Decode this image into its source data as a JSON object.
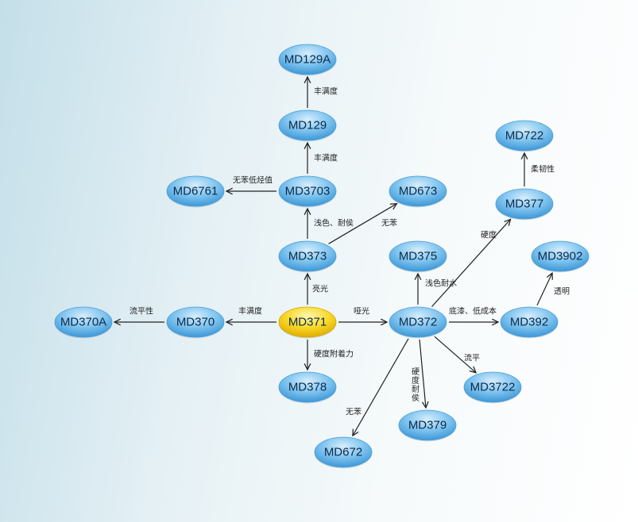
{
  "colors": {
    "node": "#5fb0e4",
    "node_light": "#cfe9fa",
    "root": "#f2cc12",
    "root_light": "#fff6a8",
    "edge": "#222222"
  },
  "nodes": [
    {
      "id": "MD129A",
      "label": "MD129A"
    },
    {
      "id": "MD129",
      "label": "MD129"
    },
    {
      "id": "MD3703",
      "label": "MD3703"
    },
    {
      "id": "MD6761",
      "label": "MD6761"
    },
    {
      "id": "MD673",
      "label": "MD673"
    },
    {
      "id": "MD373",
      "label": "MD373"
    },
    {
      "id": "MD375",
      "label": "MD375"
    },
    {
      "id": "MD371",
      "label": "MD371",
      "root": true
    },
    {
      "id": "MD370",
      "label": "MD370"
    },
    {
      "id": "MD370A",
      "label": "MD370A"
    },
    {
      "id": "MD372",
      "label": "MD372"
    },
    {
      "id": "MD378",
      "label": "MD378"
    },
    {
      "id": "MD392",
      "label": "MD392"
    },
    {
      "id": "MD3902",
      "label": "MD3902"
    },
    {
      "id": "MD377",
      "label": "MD377"
    },
    {
      "id": "MD722",
      "label": "MD722"
    },
    {
      "id": "MD3722",
      "label": "MD3722"
    },
    {
      "id": "MD379",
      "label": "MD379"
    },
    {
      "id": "MD672",
      "label": "MD672"
    }
  ],
  "edges": [
    {
      "from": "MD129",
      "to": "MD129A",
      "label": "丰满度"
    },
    {
      "from": "MD3703",
      "to": "MD129",
      "label": "丰满度"
    },
    {
      "from": "MD3703",
      "to": "MD6761",
      "label": "无苯低烃值"
    },
    {
      "from": "MD373",
      "to": "MD3703",
      "label": "浅色、耐侯"
    },
    {
      "from": "MD373",
      "to": "MD673",
      "label": "无苯"
    },
    {
      "from": "MD371",
      "to": "MD373",
      "label": "亮光"
    },
    {
      "from": "MD371",
      "to": "MD370",
      "label": "丰满度"
    },
    {
      "from": "MD370",
      "to": "MD370A",
      "label": "流平性"
    },
    {
      "from": "MD371",
      "to": "MD372",
      "label": "哑光"
    },
    {
      "from": "MD371",
      "to": "MD378",
      "label": "硬度附着力"
    },
    {
      "from": "MD372",
      "to": "MD375",
      "label": "浅色耐水"
    },
    {
      "from": "MD372",
      "to": "MD377",
      "label": "硬度"
    },
    {
      "from": "MD377",
      "to": "MD722",
      "label": "柔韧性"
    },
    {
      "from": "MD372",
      "to": "MD392",
      "label": "底漆、低成本"
    },
    {
      "from": "MD392",
      "to": "MD3902",
      "label": "透明"
    },
    {
      "from": "MD372",
      "to": "MD3722",
      "label": "流平"
    },
    {
      "from": "MD372",
      "to": "MD379",
      "label": "硬度耐侯",
      "vertical": true
    },
    {
      "from": "MD372",
      "to": "MD672",
      "label": "无苯"
    }
  ]
}
